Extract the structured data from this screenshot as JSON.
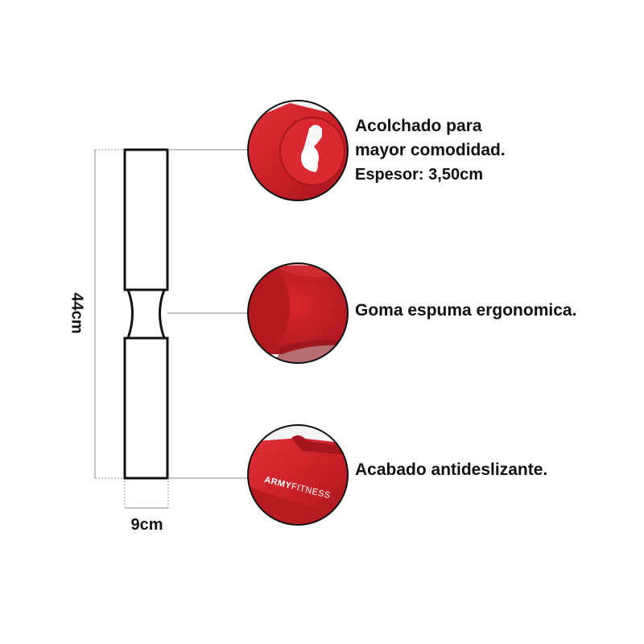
{
  "dimensions": {
    "length": "44cm",
    "width": "9cm"
  },
  "features": [
    {
      "id": "padding",
      "lines": [
        "Acolchado para",
        "mayor comodidad.",
        "Espesor: 3,50cm"
      ]
    },
    {
      "id": "foam",
      "lines": [
        "Goma espuma ergonomica."
      ]
    },
    {
      "id": "finish",
      "lines": [
        "Acabado antideslizante."
      ]
    }
  ],
  "brand": {
    "strong": "ARMY",
    "light": "FITNESS"
  },
  "colors": {
    "pad_red": "#cc2028",
    "pad_dark": "#8e141a",
    "outline": "#111111",
    "guide": "#8a8a8a"
  }
}
